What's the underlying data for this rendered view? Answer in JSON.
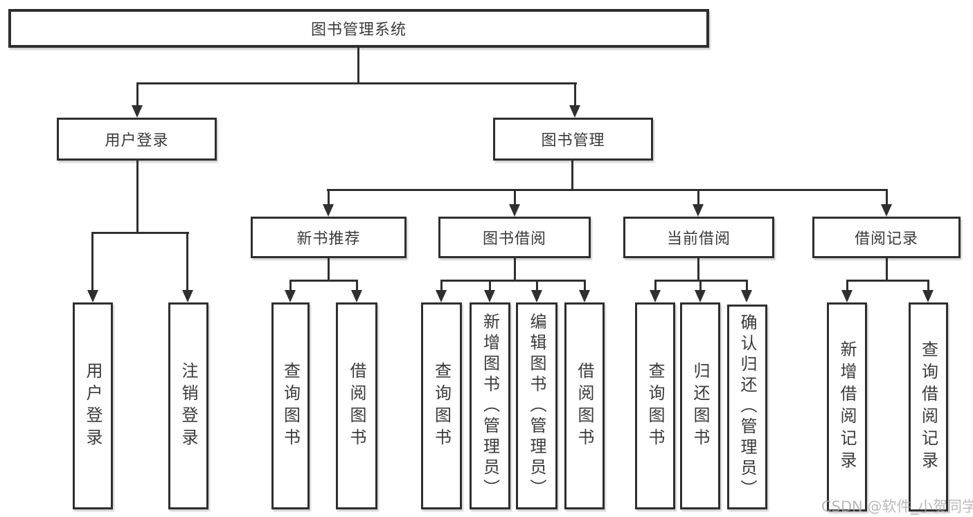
{
  "diagram_type": "hierarchy-tree",
  "colors": {
    "background": "#ffffff",
    "box_border": "#2e2e2e",
    "line": "#2f2f2f",
    "text": "#3a3a3a",
    "watermark": "#a5a5a5"
  },
  "tree": {
    "root": {
      "label": "图书管理系统",
      "children": [
        {
          "label": "用户登录",
          "children": [
            {
              "label": "用户登录"
            },
            {
              "label": "注销登录"
            }
          ]
        },
        {
          "label": "图书管理",
          "children": [
            {
              "label": "新书推荐",
              "children": [
                {
                  "label": "查询图书"
                },
                {
                  "label": "借阅图书"
                }
              ]
            },
            {
              "label": "图书借阅",
              "children": [
                {
                  "label": "查询图书"
                },
                {
                  "label": "新增图书（管理员）"
                },
                {
                  "label": "编辑图书（管理员）"
                },
                {
                  "label": "借阅图书"
                }
              ]
            },
            {
              "label": "当前借阅",
              "children": [
                {
                  "label": "查询图书"
                },
                {
                  "label": "归还图书"
                },
                {
                  "label": "确认归还（管理员）"
                }
              ]
            },
            {
              "label": "借阅记录",
              "children": [
                {
                  "label": "新增借阅记录"
                },
                {
                  "label": "查询借阅记录"
                }
              ]
            }
          ]
        }
      ]
    }
  },
  "watermark": {
    "text": "CSDN @软件_小贺同学"
  }
}
